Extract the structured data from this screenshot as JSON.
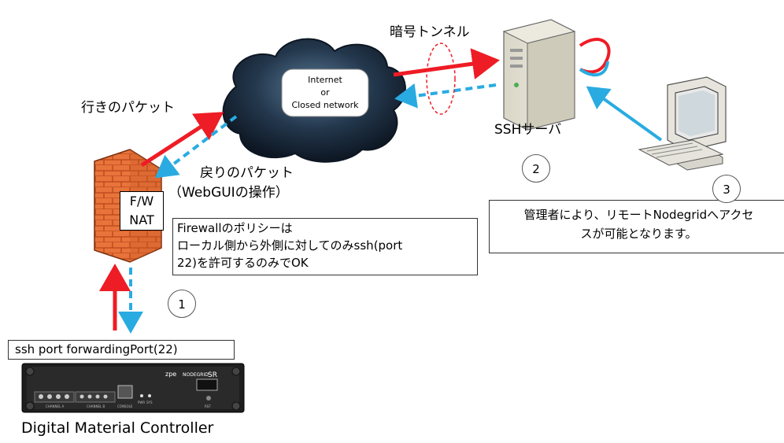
{
  "cloud": {
    "line1": "Internet",
    "line2": "or",
    "line3": "Closed network"
  },
  "labels": {
    "tunnel": "暗号トンネル",
    "outbound": "行きのパケット",
    "return_line1": "戻りのパケット",
    "return_line2": "（WebGUIの操作）",
    "ssh_server": "SSHサーバ",
    "device_name": "Digital Material Controller"
  },
  "firewall": {
    "line1": "F/W",
    "line2": "NAT"
  },
  "policy_box": {
    "line1": "Firewallのポリシーは",
    "line2": "ローカル側から外側に対してのみssh(port",
    "line3": "22)を許可するのみでOK"
  },
  "admin_box": {
    "line1": "管理者により、リモートNodegridへアクセ",
    "line2": "スが可能となります。"
  },
  "port_box": {
    "text": "ssh port forwardingPort(22)"
  },
  "steps": {
    "s1": "1",
    "s2": "2",
    "s3": "3"
  },
  "device_panel": {
    "brand": "zpe",
    "model": "NODEGRID",
    "model_suffix": "SR",
    "port_a": "CHANNEL A",
    "port_b": "CHANNEL B",
    "console": "CONSOLE",
    "pwr": "PWR",
    "sys": "SYS",
    "rst": "RST"
  },
  "colors": {
    "outbound_arrow": "#ee1c25",
    "return_arrow": "#29abe2",
    "firewall": "#e8743b",
    "cloud": "#1c2a3a"
  }
}
